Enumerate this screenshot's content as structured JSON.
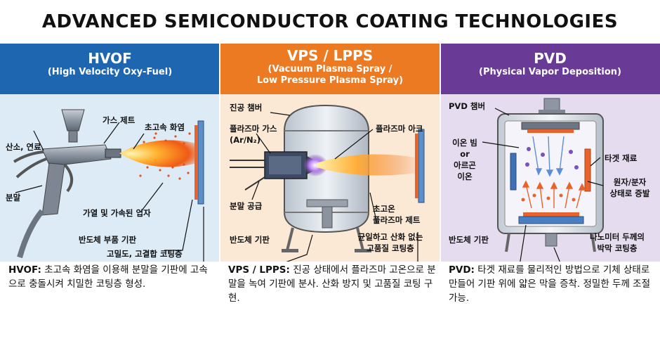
{
  "title": "ADVANCED SEMICONDUCTOR COATING TECHNOLOGIES",
  "columns": {
    "hvof": {
      "heading": "HVOF",
      "subheading": "(High Velocity Oxy-Fuel)",
      "labels": {
        "gas_jet": "가스 제트",
        "flame": "초고속 화염",
        "oxygen_fuel": "산소, 연료",
        "powder": "분말",
        "particles": "가열 및 가속된 입자",
        "substrate": "반도체 부품 기판",
        "coating": "고밀도, 고결합 코팅층"
      },
      "desc_key": "HVOF:",
      "desc_text": " 초고속 화염을 이용해 분말을 기판에 고속으로 충돌시켜 치밀한 코팅층 형성."
    },
    "vps": {
      "heading": "VPS / LPPS",
      "subheading_1": "(Vacuum Plasma Spray /",
      "subheading_2": "Low Pressure Plasma Spray)",
      "labels": {
        "chamber": "진공 챔버",
        "plasma_gas_1": "플라즈마 가스",
        "plasma_gas_2": "(Ar/N₂)",
        "plasma_arc": "플라즈마 아크",
        "powder_feed": "분말 공급",
        "hot_jet_1": "초고온",
        "hot_jet_2": "플라즈마 제트",
        "substrate": "반도체 기판",
        "coating_1": "균일하고 산화 없는",
        "coating_2": "고품질 코팅층"
      },
      "desc_key": "VPS / LPPS:",
      "desc_text": " 진공 상태에서 플라즈마 고온으로 분말을 녹여 기판에 분사. 산화 방지 및 고품질 코팅 구현."
    },
    "pvd": {
      "heading": "PVD",
      "subheading": "(Physical Vapor Deposition)",
      "labels": {
        "chamber": "PVD 챔버",
        "ion_1": "이온 빔",
        "ion_2": "or",
        "ion_3": "아르곤",
        "ion_4": "이온",
        "target": "타겟 재료",
        "vapor_1": "원자/분자",
        "vapor_2": "상태로 증발",
        "substrate": "반도체 기판",
        "film_1": "나노미터 두께의",
        "film_2": "박막 코팅층"
      },
      "desc_key": "PVD:",
      "desc_text": " 타겟 재료를 물리적인 방법으로 기체 상태로 만들어 기판 위에 얇은 막을 증착. 정밀한 두께 조절 가능."
    }
  },
  "colors": {
    "hvof": "#1f66b0",
    "vps": "#ec7a22",
    "pvd": "#6a3a97"
  }
}
